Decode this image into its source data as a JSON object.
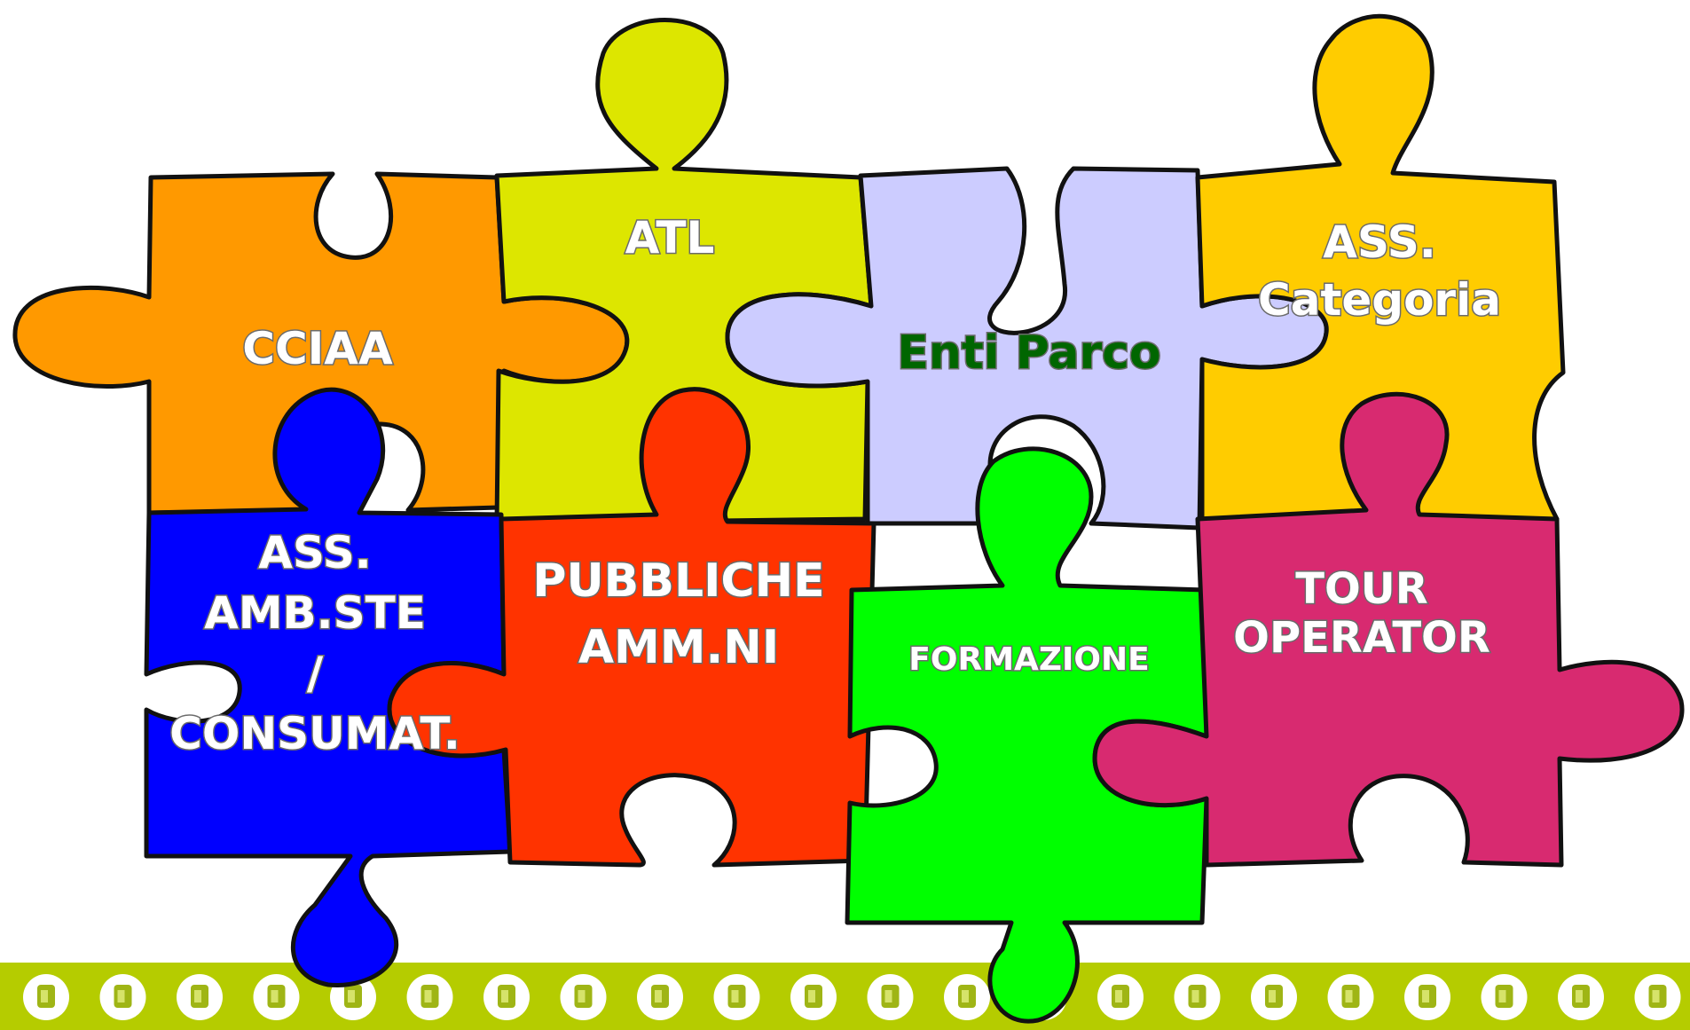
{
  "pieces": [
    {
      "id": "cciaa",
      "lines": [
        "CCIAA"
      ],
      "color": "#FF9900",
      "text_color": "#FFFFFF"
    },
    {
      "id": "atl",
      "lines": [
        "ATL"
      ],
      "color": "#DDE600",
      "text_color": "#FFFFFF"
    },
    {
      "id": "enti",
      "lines": [
        "Enti Parco"
      ],
      "color": "#CCCCFF",
      "text_color": "#006600"
    },
    {
      "id": "asscat",
      "lines": [
        "ASS.",
        "Categoria"
      ],
      "color": "#FFCC00",
      "text_color": "#FFFFFF"
    },
    {
      "id": "assamb",
      "lines": [
        "ASS.",
        "AMB.STE",
        "/",
        "CONSUMAT."
      ],
      "color": "#0000FF",
      "text_color": "#FFFFFF"
    },
    {
      "id": "pubbliche",
      "lines": [
        "PUBBLICHE",
        "AMM.NI"
      ],
      "color": "#FF3300",
      "text_color": "#FFFFFF"
    },
    {
      "id": "formazione",
      "lines": [
        "FORMAZIONE"
      ],
      "color": "#00FF00",
      "text_color": "#FFFFFF"
    },
    {
      "id": "tour",
      "lines": [
        "TOUR",
        "OPERATOR"
      ],
      "color": "#D82A70",
      "text_color": "#FFFFFF"
    }
  ],
  "footer": {
    "bar_color": "#B5CC00",
    "icons": [
      "mixer-icon",
      "iron-icon",
      "vacuum-icon",
      "blender-icon",
      "coffee-maker-icon",
      "hairdryer-icon",
      "bottle-icon",
      "kettle-icon",
      "washing-machine-icon",
      "microwave-icon",
      "fridge-icon",
      "mixer-icon",
      "iron-icon",
      "vacuum-icon",
      "blender-icon",
      "coffee-maker-icon",
      "hairdryer-icon",
      "bottle-icon",
      "kettle-icon",
      "washing-machine-icon",
      "microwave-icon",
      "fridge-icon"
    ]
  }
}
